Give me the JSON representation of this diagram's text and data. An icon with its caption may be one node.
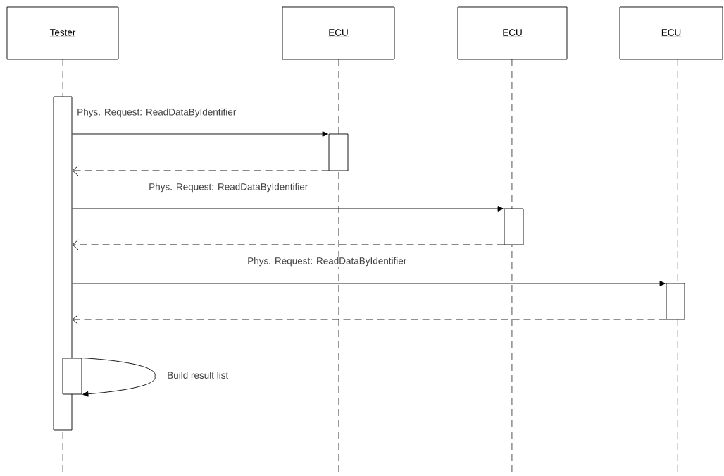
{
  "diagram": {
    "nodes": [
      {
        "text": [
          "Tester"
        ]
      },
      {
        "text": [
          "ECU"
        ]
      },
      {
        "text": [
          "ECU"
        ]
      },
      {
        "text": [
          "ECU"
        ]
      },
      {
        "text": [],
        "shape": "bar"
      },
      {
        "text": [],
        "shape": "bar"
      },
      {
        "text": [],
        "shape": "bar"
      },
      {
        "text": [],
        "shape": "bar"
      },
      {
        "text": [],
        "shape": "bar"
      }
    ],
    "edges": [
      {
        "from": 4,
        "to": 5,
        "arrow": "to",
        "label": "Phys. Request: ReadDataByIdentifier"
      },
      {
        "from": 5,
        "to": 4,
        "arrow": "to",
        "style": "dashed"
      },
      {
        "from": 4,
        "to": 6,
        "arrow": "to",
        "label": "Phys. Request: ReadDataByIdentifier"
      },
      {
        "from": 6,
        "to": 4,
        "arrow": "to",
        "style": "dashed"
      },
      {
        "from": 4,
        "to": 7,
        "arrow": "to",
        "label": "Phys. Request: ReadDataByIdentifier"
      },
      {
        "from": 7,
        "to": 4,
        "arrow": "to",
        "style": "dashed"
      },
      {
        "from": 8,
        "to": 8,
        "arrow": "to",
        "label": "Build result list"
      }
    ]
  }
}
